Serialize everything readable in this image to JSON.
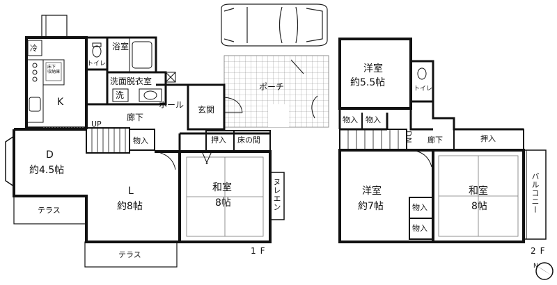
{
  "floor1": {
    "label": "1F",
    "rooms": {
      "kitchen": "K",
      "dining": "D",
      "dining_size": "約4.5帖",
      "living": "L",
      "living_size": "約8帖",
      "washitsu": "和室",
      "washitsu_size": "8帖",
      "bath": "浴室",
      "toilet": "トイレ",
      "washroom": "洗面脱衣室",
      "washer": "洗",
      "fridge": "冷",
      "underfloor_storage": "床下\n収納庫",
      "hall": "ホール",
      "corridor": "廊下",
      "entrance": "玄関",
      "porch": "ポーチ",
      "storage": "物入",
      "closet": "押入",
      "tokonoma": "床の間",
      "nureen": "ヌレエン",
      "stairs_up": "UP",
      "terrace_west": "テラス",
      "terrace_south": "テラス"
    }
  },
  "floor2": {
    "label": "2F",
    "rooms": {
      "western_north": "洋室",
      "western_north_size": "約5.5帖",
      "western_south": "洋室",
      "western_south_size": "約7帖",
      "washitsu": "和室",
      "washitsu_size": "8帖",
      "toilet": "トイレ",
      "corridor": "廊下",
      "closet": "押入",
      "storage_1": "物入",
      "storage_2": "物入",
      "storage_3": "物入",
      "storage_4": "物入",
      "stairs_down": "DN",
      "balcony": "バルコニー"
    }
  },
  "compass": "N"
}
